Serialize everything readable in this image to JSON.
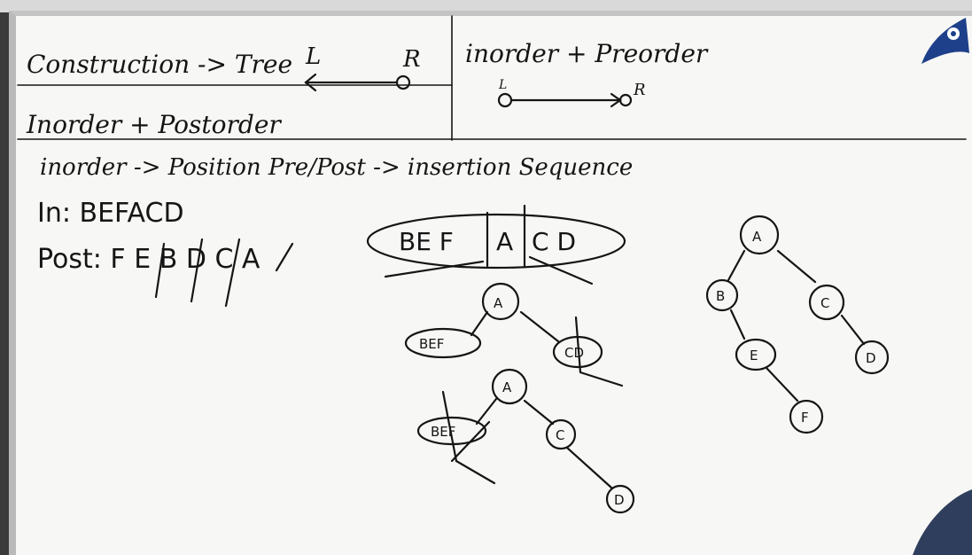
{
  "board": {
    "heading_left": "Construction -> Tree",
    "left_label": "L",
    "right_label": "R",
    "heading_right": "inorder + Preorder",
    "small_l": "L",
    "small_r": "R",
    "subheading": "Inorder + Postorder",
    "rule_line": "inorder -> Position    Pre/Post -> insertion Sequence",
    "in_line": "In: BEFACD",
    "post_line": "Post: F E B D C A",
    "split_text": "BE F | A | C D",
    "split_sep_left": "BE F",
    "split_sep_mid": "A",
    "split_sep_right": "C D"
  },
  "tree_step1": {
    "root": "A",
    "left": "BEF",
    "right": "CD"
  },
  "tree_step2": {
    "root": "A",
    "left": "BEF",
    "right": "C",
    "right_right": "D"
  },
  "tree_final": {
    "root": "A",
    "nodes": [
      "B",
      "C",
      "E",
      "D",
      "F"
    ]
  },
  "colors": {
    "board": "#f7f7f5",
    "ink": "#151515",
    "frame": "#b9b9b9",
    "logo": "#1e3f8a"
  },
  "icons": {
    "logo": "logo-icon"
  }
}
